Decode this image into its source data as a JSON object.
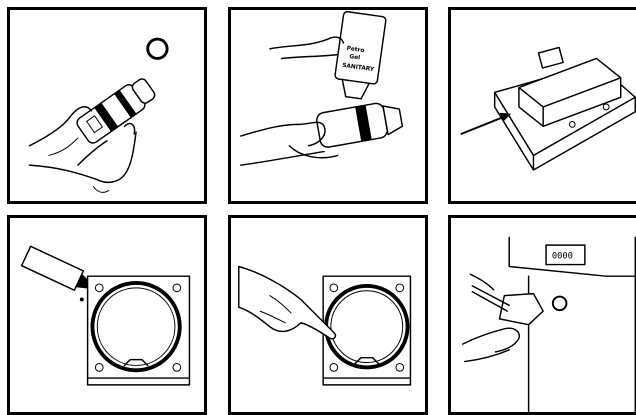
{
  "panels": [
    {
      "id": "p1",
      "step": 1,
      "depicts": "hand-holding-part-with-o-ring"
    },
    {
      "id": "p2",
      "step": 2,
      "depicts": "applying-lubricant-to-part"
    },
    {
      "id": "p3",
      "step": 3,
      "depicts": "part-block-with-arrow"
    },
    {
      "id": "p4",
      "step": 4,
      "depicts": "lubricant-tube-on-gasket-plate"
    },
    {
      "id": "p5",
      "step": 5,
      "depicts": "finger-spreading-lubricant-on-gasket"
    },
    {
      "id": "p6",
      "step": 6,
      "depicts": "hands-installing-part-on-machine"
    }
  ],
  "tube_label_top": "Petro",
  "tube_label_mid": "Gel",
  "tube_label_bottom": "SANITARY",
  "machine_display": "0000"
}
